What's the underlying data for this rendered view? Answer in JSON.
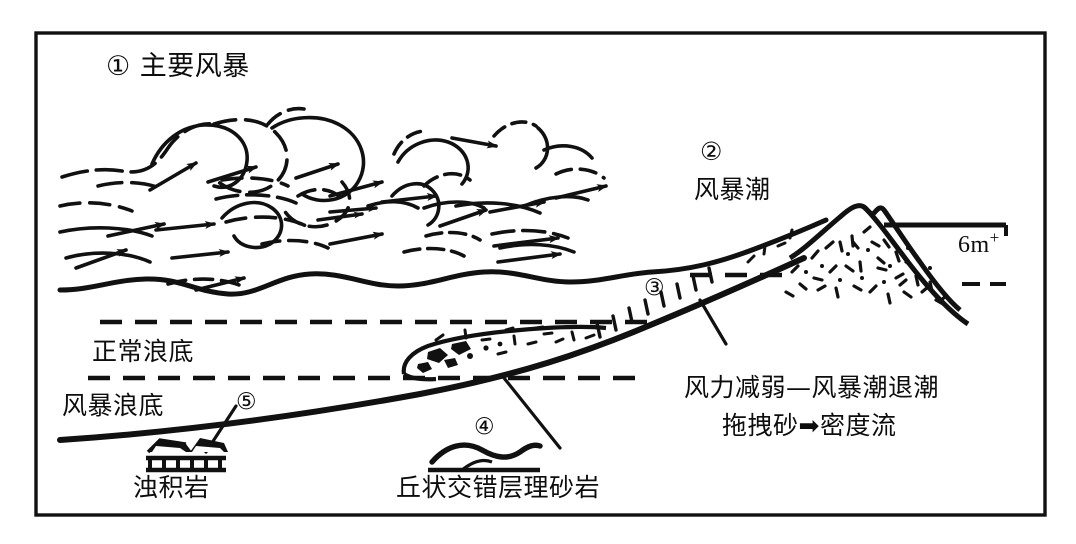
{
  "figure": {
    "title": "① 主要风暴",
    "frame": {
      "color": "#111111"
    },
    "background": "#ffffff",
    "ink": "#111111"
  },
  "labels": {
    "main_storm": "① 主要风暴",
    "storm_surge_number": "②",
    "storm_surge": "风暴潮",
    "elevation": "6m",
    "elevation_superscript": "+",
    "normal_wave_base": "正常浪底",
    "storm_wave_base": "风暴浪底",
    "storm_wave_base_number": "⑤",
    "wind_weakening": "风力减弱—风暴潮退潮",
    "drag_sand_density_flow": "拖拽砂➡密度流",
    "turbidite": "浊积岩",
    "hcs_sandstone": "丘状交错层理砂岩",
    "number_three": "③",
    "number_four": "④"
  },
  "legend_symbols": {
    "turbidite_symbol": "graded-bed-blocks",
    "hcs_symbol": "hummocky-wave"
  },
  "annotations": {
    "storm_flow_arrows": "swirling dashed streamlines with solid arrowheads",
    "sea_surface": "wavy solid line",
    "normal_wave_base_line": "dashed horizontal line",
    "storm_wave_base_line": "dashed horizontal line",
    "seafloor": "rising solid profile to the right",
    "barrier_bar": "stippled sand mound",
    "sand_lens": "clast-bearing lens on lower shoreface"
  }
}
